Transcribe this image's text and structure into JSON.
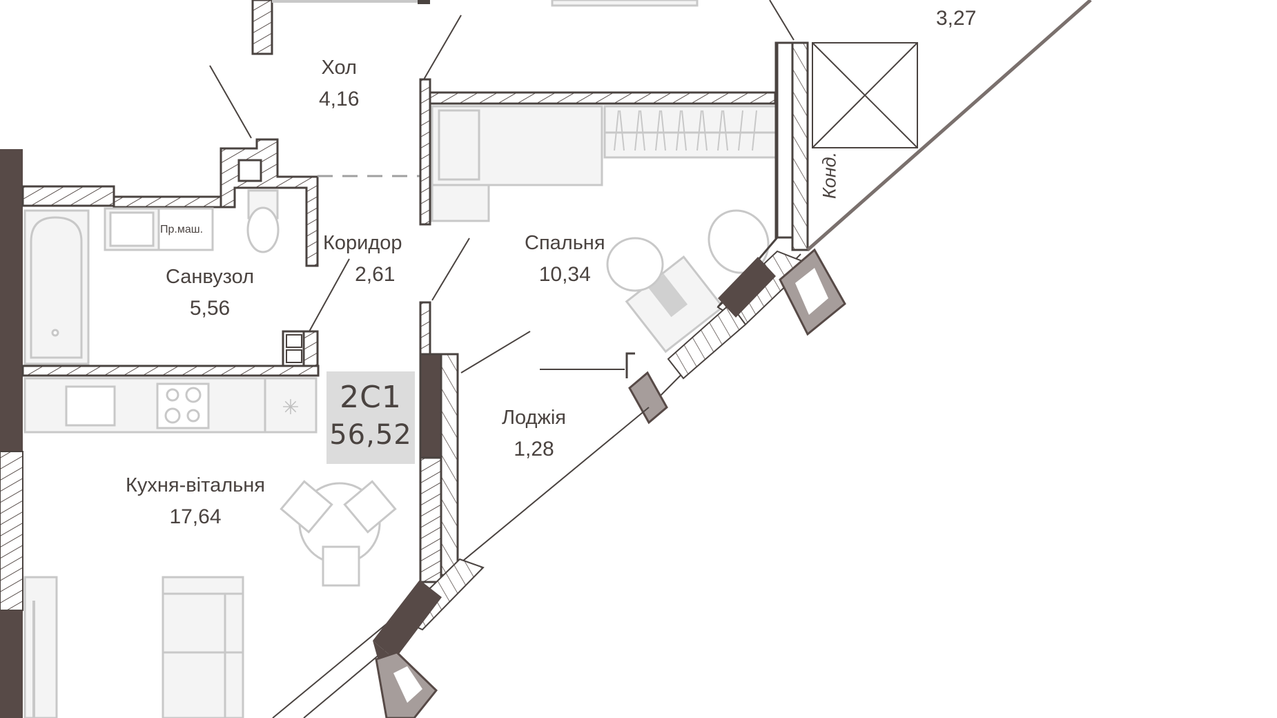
{
  "plan": {
    "unit_code": "2С1",
    "unit_area": "56,52",
    "colors": {
      "wall_dark": "#574a47",
      "wall_line": "#4a4340",
      "hatch": "#5a504d",
      "furniture": "#c8c8c8",
      "furniture_fill": "#f4f4f4",
      "badge_bg": "#dcdcdc",
      "window_gray": "#a69d9b"
    },
    "rooms": [
      {
        "name": "Хол",
        "area": "4,16"
      },
      {
        "name": "Коридор",
        "area": "2,61"
      },
      {
        "name": "Санвузол",
        "area": "5,56"
      },
      {
        "name": "Спальня",
        "area": "10,34"
      },
      {
        "name": "Лоджія",
        "area": "1,28"
      },
      {
        "name": "Кухня-вітальня",
        "area": "17,64"
      },
      {
        "name": "",
        "area": "3,27"
      }
    ],
    "annotations": {
      "washing_machine": "Пр.маш.",
      "air_conditioner": "Конд."
    }
  }
}
